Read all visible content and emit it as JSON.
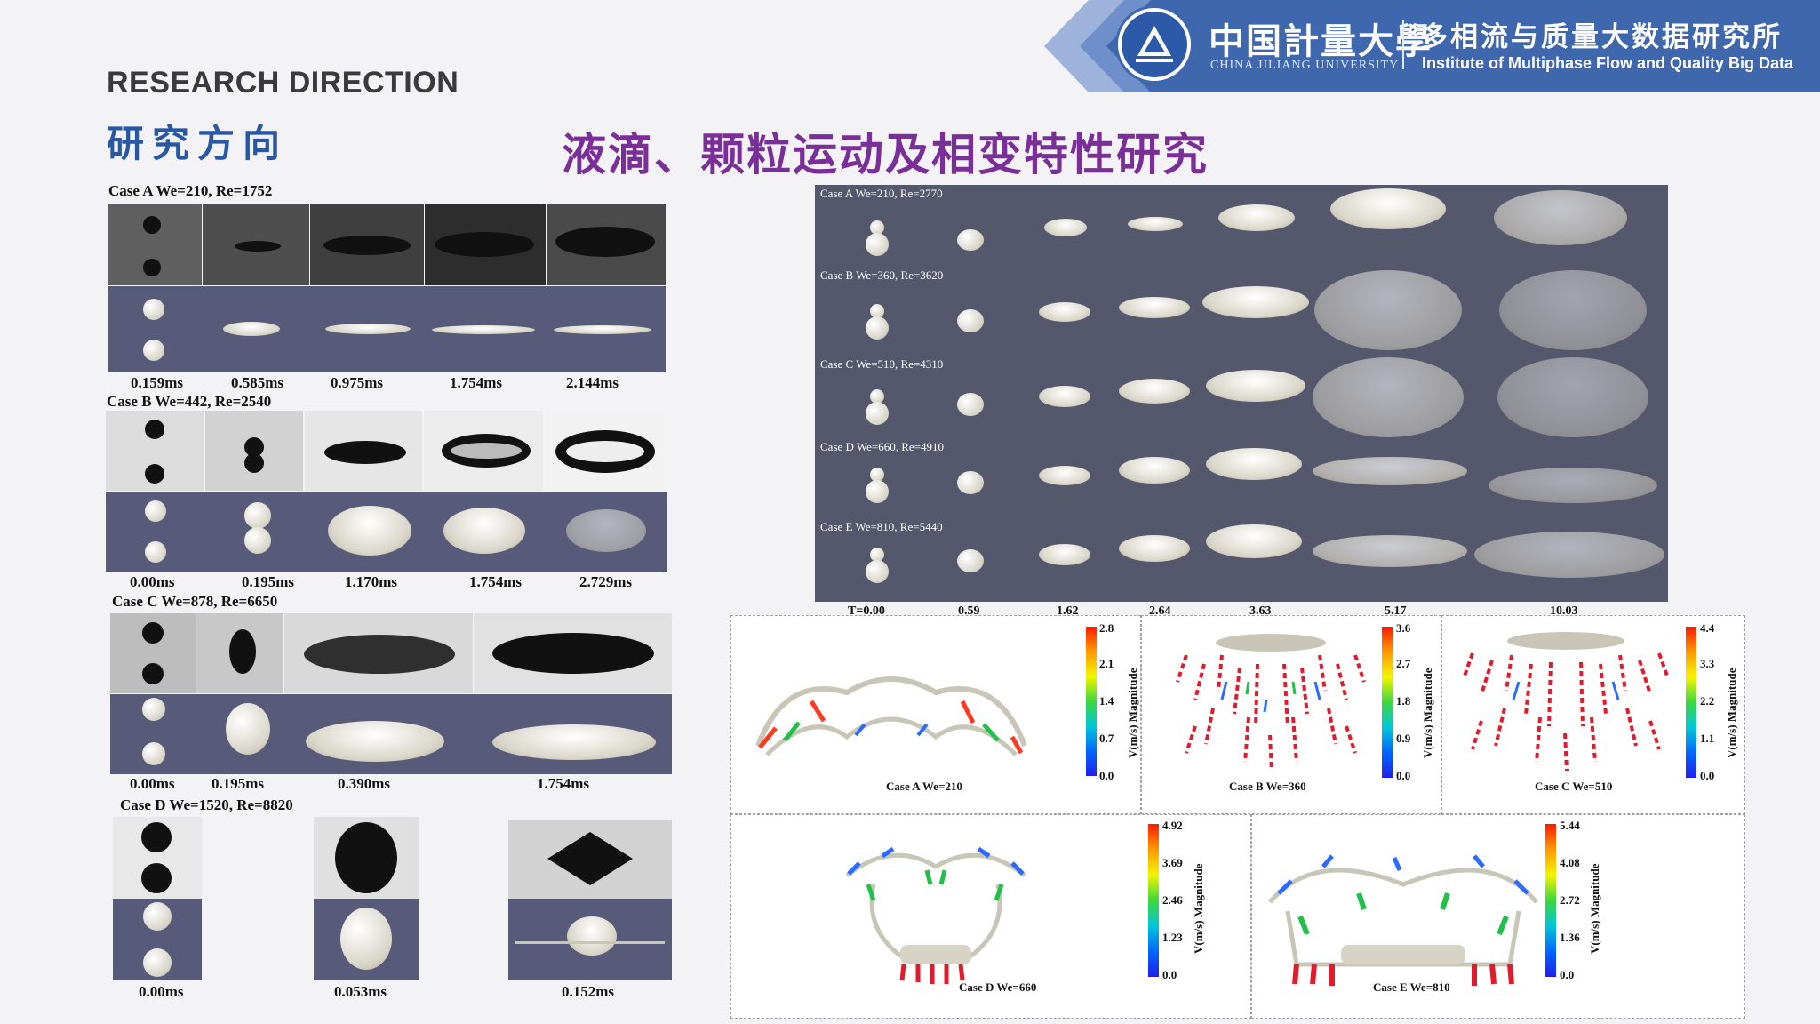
{
  "header": {
    "university_cn": "中国計量大學",
    "university_en": "CHINA JILIANG UNIVERSITY",
    "institute_cn": "多相流与质量大数据研究所",
    "institute_en": "Institute of Multiphase Flow and Quality Big Data",
    "colors": {
      "banner": "#3f67ad",
      "chevron": "#9db3dc"
    }
  },
  "section": {
    "title_en": "RESEARCH DIRECTION",
    "title_cn": "研究方向"
  },
  "main_title": "液滴、颗粒运动及相变特性研究",
  "experiments": [
    {
      "label": "Case A We=210, Re=1752",
      "times": [
        "0.159ms",
        "0.585ms",
        "0.975ms",
        "1.754ms",
        "2.144ms"
      ]
    },
    {
      "label": "Case B We=442, Re=2540",
      "times": [
        "0.00ms",
        "0.195ms",
        "1.170ms",
        "1.754ms",
        "2.729ms"
      ]
    },
    {
      "label": "Case C We=878, Re=6650",
      "times": [
        "0.00ms",
        "0.195ms",
        "0.390ms",
        "1.754ms"
      ]
    },
    {
      "label": "Case D We=1520, Re=8820",
      "times": [
        "0.00ms",
        "0.053ms",
        "0.152ms"
      ]
    }
  ],
  "simulation": {
    "rows": [
      "Case A  We=210, Re=2770",
      "Case B We=360, Re=3620",
      "Case C We=510, Re=4310",
      "Case D We=660, Re=4910",
      "Case E We=810, Re=5440"
    ],
    "times": [
      "T=0.00",
      "0.59",
      "1.62",
      "2.64",
      "3.63",
      "5.17",
      "10.03"
    ]
  },
  "velocity_panels": [
    {
      "caption": "Case A We=210",
      "ticks": [
        "2.8",
        "2.1",
        "1.4",
        "0.7",
        "0.0"
      ],
      "axis_label": "V(m/s) Magnitude"
    },
    {
      "caption": "Case B We=360",
      "ticks": [
        "3.6",
        "2.7",
        "1.8",
        "0.9",
        "0.0"
      ],
      "axis_label": "V(m/s) Magnitude"
    },
    {
      "caption": "Case C We=510",
      "ticks": [
        "4.4",
        "3.3",
        "2.2",
        "1.1",
        "0.0"
      ],
      "axis_label": "V(m/s) Magnitude"
    },
    {
      "caption": "Case D We=660",
      "ticks": [
        "4.92",
        "3.69",
        "2.46",
        "1.23",
        "0.0"
      ],
      "axis_label": "V(m/s) Magnitude"
    },
    {
      "caption": "Case E  We=810",
      "ticks": [
        "5.44",
        "4.08",
        "2.72",
        "1.36",
        "0.0"
      ],
      "axis_label": "V(m/s) Magnitude"
    }
  ]
}
